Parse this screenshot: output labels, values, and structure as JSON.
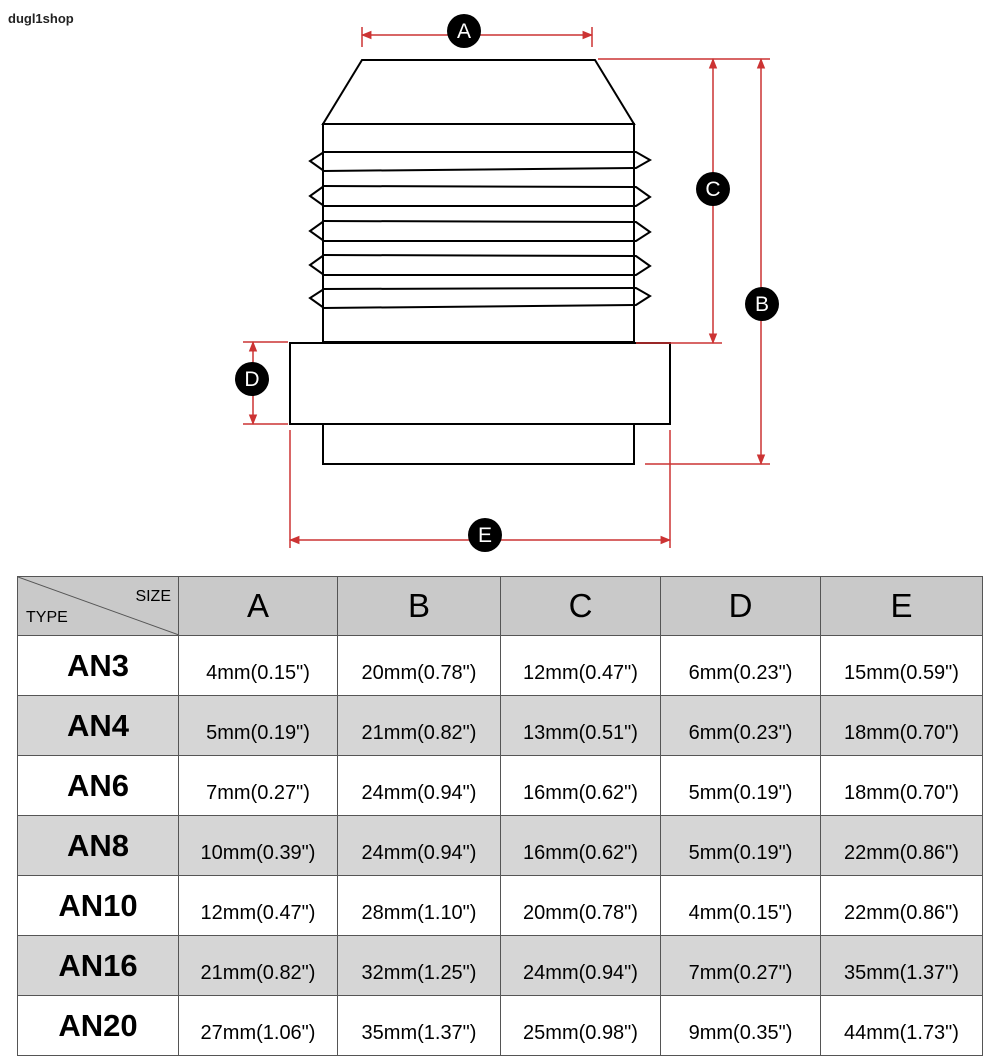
{
  "watermark": "dugl1shop",
  "diagram": {
    "labels": {
      "a": "A",
      "b": "B",
      "c": "C",
      "d": "D",
      "e": "E"
    }
  },
  "table": {
    "corner": {
      "size_label": "SIZE",
      "type_label": "TYPE"
    },
    "columns": [
      "A",
      "B",
      "C",
      "D",
      "E"
    ],
    "rows": [
      {
        "type": "AN3",
        "a": "4mm(0.15\")",
        "b": "20mm(0.78\")",
        "c": "12mm(0.47\")",
        "d": "6mm(0.23\")",
        "e": "15mm(0.59\")"
      },
      {
        "type": "AN4",
        "a": "5mm(0.19\")",
        "b": "21mm(0.82\")",
        "c": "13mm(0.51\")",
        "d": "6mm(0.23\")",
        "e": "18mm(0.70\")"
      },
      {
        "type": "AN6",
        "a": "7mm(0.27\")",
        "b": "24mm(0.94\")",
        "c": "16mm(0.62\")",
        "d": "5mm(0.19\")",
        "e": "18mm(0.70\")"
      },
      {
        "type": "AN8",
        "a": "10mm(0.39\")",
        "b": "24mm(0.94\")",
        "c": "16mm(0.62\")",
        "d": "5mm(0.19\")",
        "e": "22mm(0.86\")"
      },
      {
        "type": "AN10",
        "a": "12mm(0.47\")",
        "b": "28mm(1.10\")",
        "c": "20mm(0.78\")",
        "d": "4mm(0.15\")",
        "e": "22mm(0.86\")"
      },
      {
        "type": "AN16",
        "a": "21mm(0.82\")",
        "b": "32mm(1.25\")",
        "c": "24mm(0.94\")",
        "d": "7mm(0.27\")",
        "e": "35mm(1.37\")"
      },
      {
        "type": "AN20",
        "a": "27mm(1.06\")",
        "b": "35mm(1.37\")",
        "c": "25mm(0.98\")",
        "d": "9mm(0.35\")",
        "e": "44mm(1.73\")"
      }
    ]
  },
  "colors": {
    "dimension_line": "#cc3333",
    "outline": "#000000",
    "header_bg": "#c9c9c9",
    "alt_row_bg": "#d6d6d6"
  }
}
